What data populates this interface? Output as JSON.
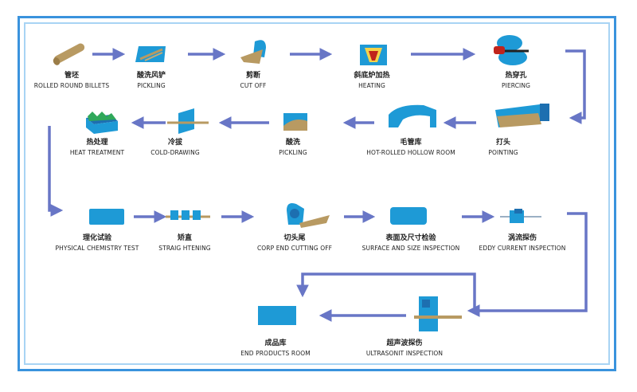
{
  "colors": {
    "frame": "#3a93dd",
    "frame_inner": "#a8d4f4",
    "arrow": "#6876c6",
    "equipment": "#1e9ad6",
    "dark_blue": "#1d6fb0",
    "steel": "#b89a62"
  },
  "steps": {
    "billets": {
      "cn": "管坯",
      "en": "ROLLED ROUND BILLETS"
    },
    "pickling1": {
      "cn": "酸洗风铲",
      "en": "PICKLING"
    },
    "cutoff": {
      "cn": "剪断",
      "en": "CUT OFF"
    },
    "heating": {
      "cn": "斜底炉加热",
      "en": "HEATING"
    },
    "piercing": {
      "cn": "热穿孔",
      "en": "PIERCING"
    },
    "pointing": {
      "cn": "打头",
      "en": "POINTING"
    },
    "hollow": {
      "cn": "毛管库",
      "en": "HOT-ROLLED HOLLOW ROOM"
    },
    "pickling2": {
      "cn": "酸洗",
      "en": "PICKLING"
    },
    "colddrawing": {
      "cn": "冷拔",
      "en": "COLD-DRAWING"
    },
    "heat": {
      "cn": "热处理",
      "en": "HEAT TREATMENT"
    },
    "physical": {
      "cn": "理化试验",
      "en": "PHYSICAL CHEMISTRY TEST"
    },
    "straight": {
      "cn": "矫直",
      "en": "STRAIG HTENING"
    },
    "cornend": {
      "cn": "切头尾",
      "en": "CORP END CUTTING OFF"
    },
    "surface": {
      "cn": "表面及尺寸检验",
      "en": "SURFACE AND SIZE INSPECTION"
    },
    "eddy": {
      "cn": "涡流探伤",
      "en": "EDDY CURRENT INSPECTION"
    },
    "ultra": {
      "cn": "超声波探伤",
      "en": "ULTRASONIT INSPECTION"
    },
    "endroom": {
      "cn": "成品库",
      "en": "END PRODUCTS ROOM"
    }
  }
}
